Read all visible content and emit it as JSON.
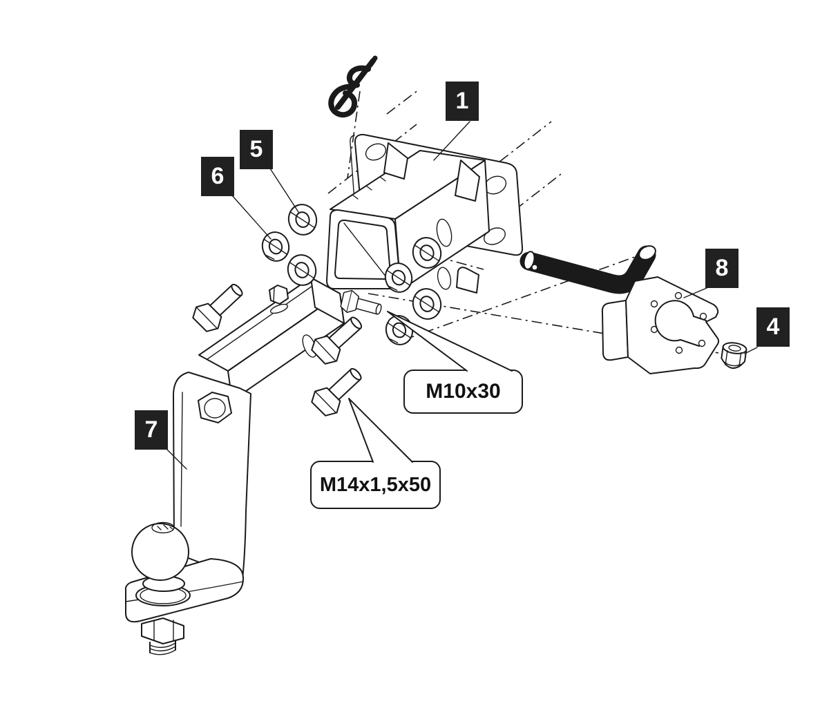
{
  "colors": {
    "background": "#ffffff",
    "line": "#1a1a1a",
    "label_background": "#212121",
    "label_text": "#ffffff",
    "callout_background": "#ffffff",
    "callout_border": "#1a1a1a"
  },
  "part_labels": {
    "l1": "1",
    "l4": "4",
    "l5": "5",
    "l6": "6",
    "l7": "7",
    "l8": "8"
  },
  "callouts": {
    "bolt_small": "M10x30",
    "bolt_large": "M14x1,5x50"
  }
}
